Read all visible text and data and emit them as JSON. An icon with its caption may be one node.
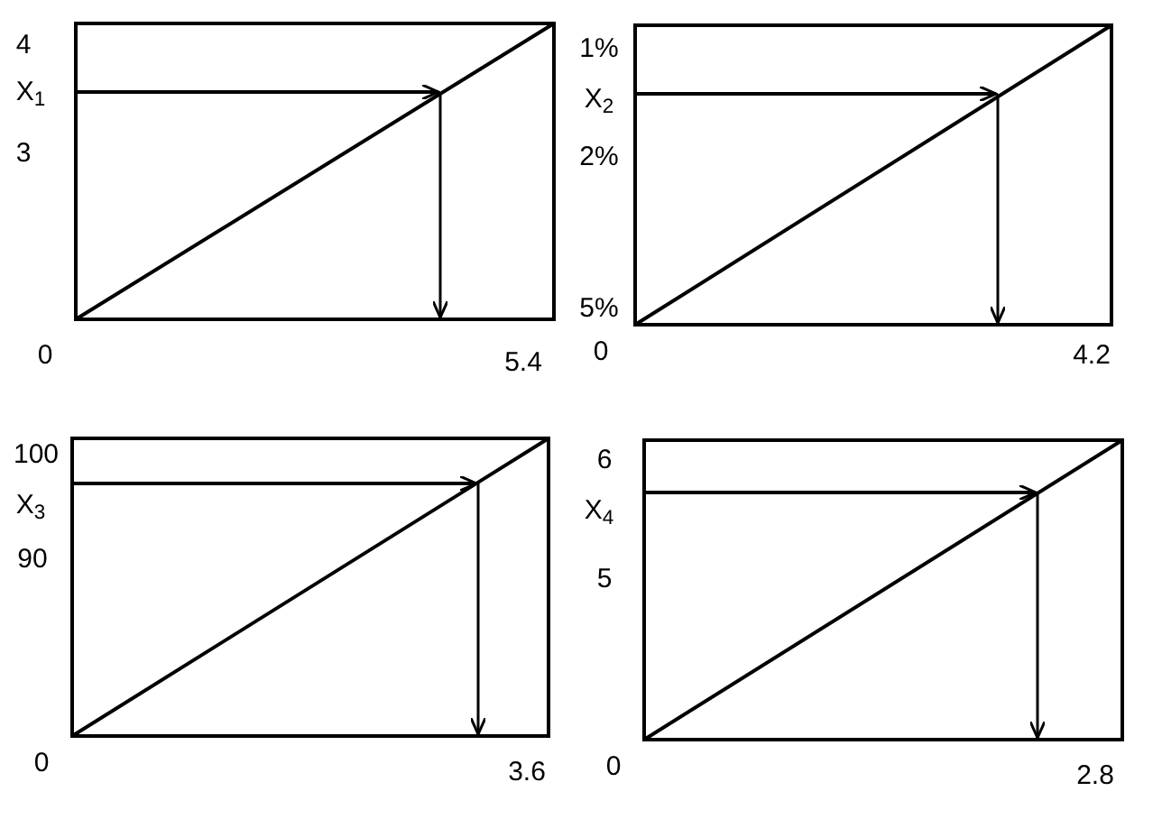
{
  "diagram": {
    "labels": [
      "4",
      "X$_{1}$",
      "3",
      "0",
      "5.4",
      "1%",
      "X$_{2}$",
      "2%",
      "5%",
      "0",
      "4.2",
      "100",
      "X$_{3}$",
      "90",
      "0",
      "3.6",
      "6",
      "X$_{4}$",
      "5",
      "0",
      "2.8"
    ]
  }
}
